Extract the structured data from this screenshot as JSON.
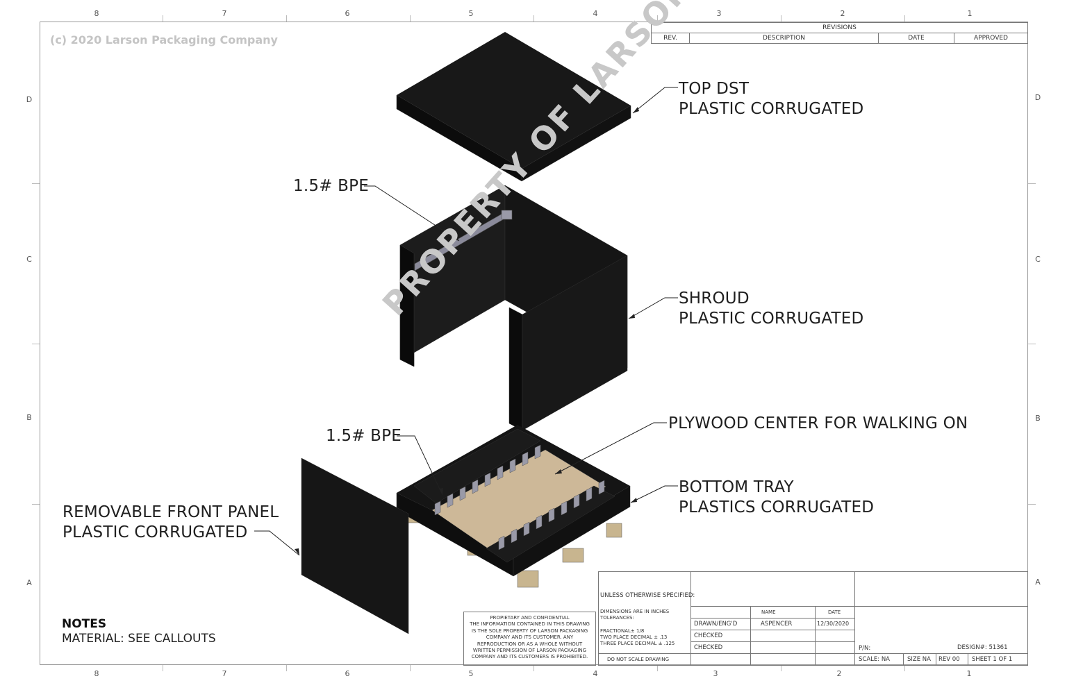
{
  "copyright": "(c) 2020 Larson Packaging Company",
  "watermark": "PROPERTY OF LARSON PACKAGING COMPANY",
  "zone_columns": [
    "8",
    "7",
    "6",
    "5",
    "4",
    "3",
    "2",
    "1"
  ],
  "zone_rows": [
    "D",
    "C",
    "B",
    "A"
  ],
  "revisions": {
    "title": "REVISIONS",
    "headers": [
      "REV.",
      "DESCRIPTION",
      "DATE",
      "APPROVED"
    ]
  },
  "callouts": {
    "top_dst": [
      "TOP DST",
      "PLASTIC CORRUGATED"
    ],
    "bpe_top": "1.5# BPE",
    "shroud": [
      "SHROUD",
      "PLASTIC CORRUGATED"
    ],
    "plywood": "PLYWOOD CENTER FOR WALKING ON",
    "bpe_bottom": "1.5# BPE",
    "bottom_tray": [
      "BOTTOM TRAY",
      "PLASTICS CORRUGATED"
    ],
    "front_panel": [
      "REMOVABLE FRONT PANEL",
      "PLASTIC CORRUGATED"
    ]
  },
  "notes": {
    "heading": "NOTES",
    "text": "MATERIAL:  SEE CALLOUTS"
  },
  "proprietary": [
    "PROPIETARY AND CONFIDENTIAL",
    "THE INFORMATION CONTAINED IN THIS DRAWING",
    "IS THE SOLE PROPERTY OF LARSON PACKAGING",
    "COMPANY AND ITS CUSTOMER.  ANY",
    "REPRODUCTION  OR AS A WHOLE WITHOUT",
    "WRITTEN PERMISSION OF LARSON PACKAGING",
    "COMPANY AND ITS  CUSTOMERS IS PROHIBITED."
  ],
  "title_block": {
    "unless": "UNLESS OTHERWISE SPECIFIED:",
    "dims": "DIMENSIONS ARE IN INCHES",
    "tol": "TOLERANCES:",
    "frac": "FRACTIONAL± 1/8",
    "two": "TWO PLACE DECIMAL    ± .13",
    "three": "THREE PLACE DECIMAL  ± .125",
    "noscale": "DO NOT SCALE DRAWING",
    "name_h": "NAME",
    "date_h": "DATE",
    "drawn": "DRAWN/ENG'D",
    "drawn_name": "ASPENCER",
    "drawn_date": "12/30/2020",
    "checked1": "CHECKED",
    "checked2": "CHECKED",
    "pn": "P/N:",
    "design": "DESIGN#: 51361",
    "scale": "SCALE: NA",
    "size": "SIZE NA",
    "rev": "REV 00",
    "sheet": "SHEET  1   OF  1"
  }
}
